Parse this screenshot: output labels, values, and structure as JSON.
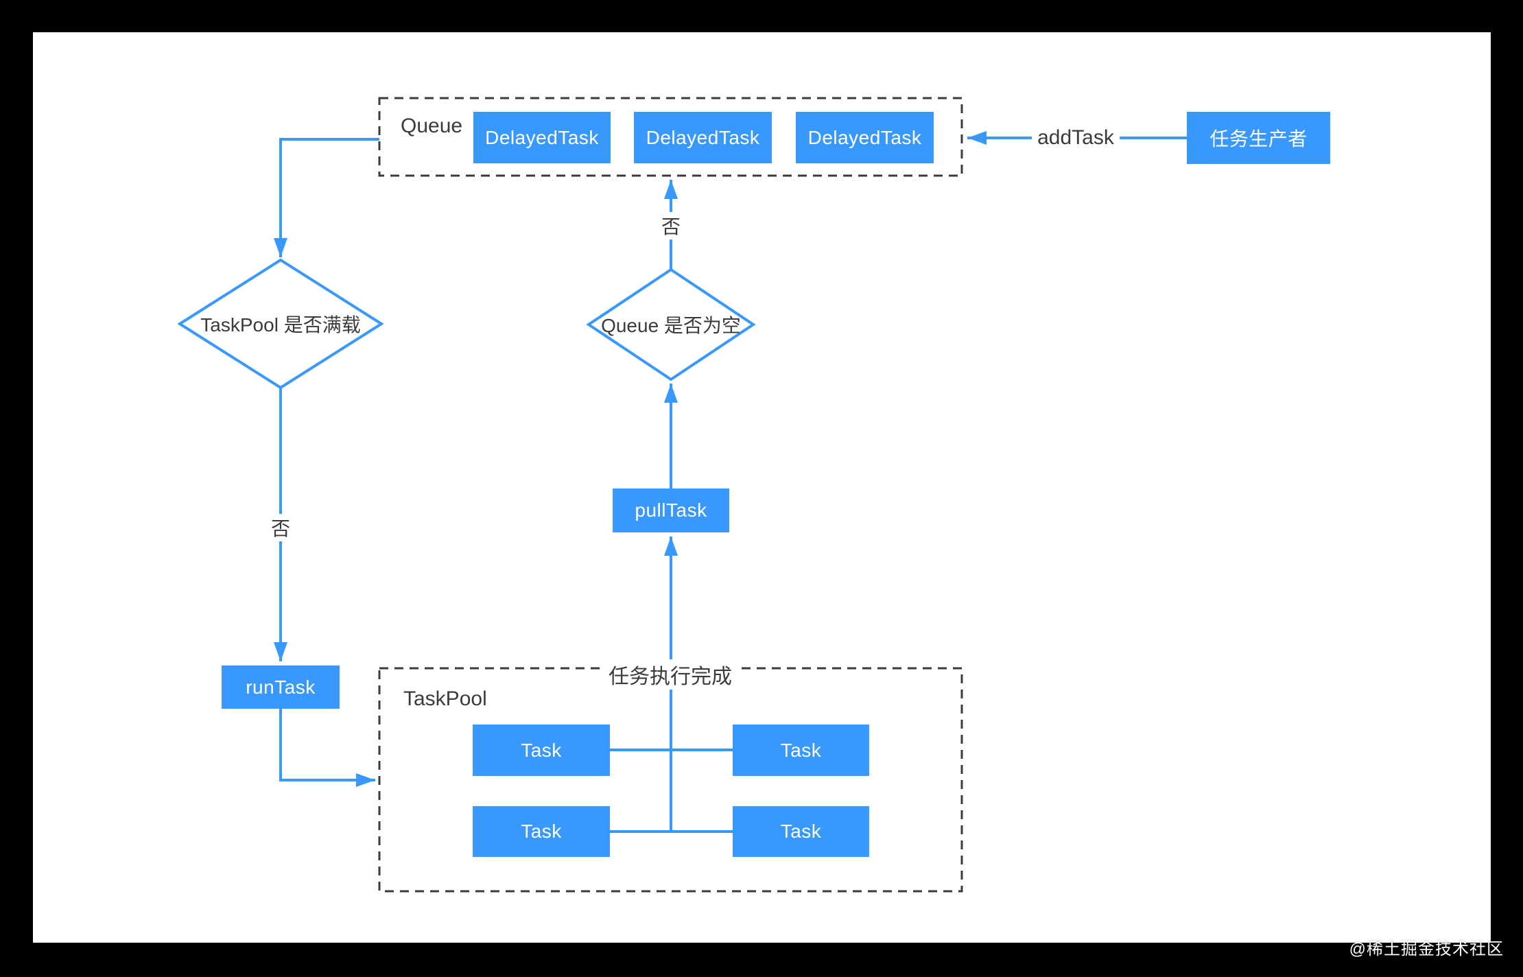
{
  "colors": {
    "accent": "#3898fb",
    "canvas": "#ffffff",
    "page_background": "#000000",
    "dashed_border": "#3b3b3b",
    "text_dark": "#3b3b3b",
    "text_light": "#ffffff"
  },
  "queue_group": {
    "label": "Queue",
    "items": [
      {
        "label": "DelayedTask"
      },
      {
        "label": "DelayedTask"
      },
      {
        "label": "DelayedTask"
      }
    ]
  },
  "producer": {
    "label": "任务生产者"
  },
  "decisions": {
    "pool_full": "TaskPool 是否满载",
    "queue_empty": "Queue 是否为空"
  },
  "actions": {
    "run_task": "runTask",
    "pull_task": "pullTask"
  },
  "taskpool_group": {
    "label": "TaskPool",
    "items": [
      {
        "label": "Task"
      },
      {
        "label": "Task"
      },
      {
        "label": "Task"
      },
      {
        "label": "Task"
      }
    ]
  },
  "edge_labels": {
    "add_task": "addTask",
    "no_queue_not_empty": "否",
    "no_pool_not_full": "否",
    "task_done": "任务执行完成"
  },
  "watermark": "@稀土掘金技术社区"
}
